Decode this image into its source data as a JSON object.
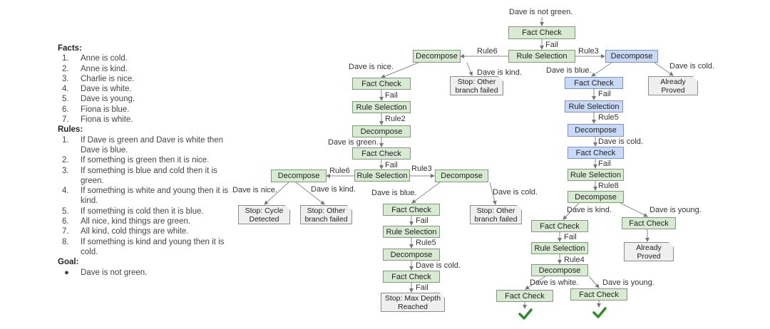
{
  "panel": {
    "facts_title": "Facts:",
    "facts": [
      "Anne is cold.",
      "Anne is kind.",
      "Charlie is nice.",
      "Dave is white.",
      "Dave is young.",
      "Fiona is blue.",
      "Fiona is white."
    ],
    "rules_title": "Rules:",
    "rules": [
      "If Dave is green and Dave is white then Dave is blue.",
      "If something is green then it is nice.",
      "If something is blue and cold then it is green.",
      "If something is white and young then it is kind.",
      "If something is cold then it is blue.",
      "All nice, kind things are green.",
      "All kind, cold things are white.",
      "If something is kind and young then it is cold."
    ],
    "goal_title": "Goal:",
    "goal": [
      "Dave is not green."
    ]
  },
  "colors": {
    "green_node": "#d9ead3",
    "blue_node": "#c9daf8",
    "stop_node": "#efefef",
    "check": "#2e8b2e"
  },
  "diagram": {
    "nodes": {
      "root_goal": "Dave is not green.",
      "n1_fact": "Fact Check",
      "n1_rule": "Rule Selection",
      "L_decomp": "Decompose",
      "L_stop": "Stop: Other branch failed",
      "L_fact": "Fact Check",
      "L_rule": "Rule Selection",
      "L_decomp2": "Decompose",
      "L_fact2": "Fact Check",
      "L_rule2": "Rule Selection",
      "LL_decomp": "Decompose",
      "LL_stop1": "Stop: Cycle Detected",
      "LL_stop2": "Stop: Other branch failed",
      "LR_decomp": "Decompose",
      "LR_stop": "Stop: Other branch failed",
      "LR_fact": "Fact Check",
      "LR_rule": "Rule Selection",
      "LR_decomp2": "Decompose",
      "LR_fact2": "Fact Check",
      "LR_stop2": "Stop: Max Depth Reached",
      "R_decomp": "Decompose",
      "R_proved": "Already Proved",
      "R_fact": "Fact Check",
      "R_rule": "Rule Selection",
      "R_decomp2": "Decompose",
      "R_fact2": "Fact Check",
      "R_rule2": "Rule Selection",
      "R_decomp3": "Decompose",
      "RL_fact": "Fact Check",
      "RL_rule": "Rule Selection",
      "RL_decomp": "Decompose",
      "RLL_fact": "Fact Check",
      "RLR_fact": "Fact Check",
      "RR_fact": "Fact Check",
      "RR_proved": "Already Proved"
    },
    "edge_labels": {
      "fail1": "Fail",
      "rule6_top": "Rule6",
      "rule3_top": "Rule3",
      "dave_nice1": "Dave is nice.",
      "dave_kind1": "Dave is kind.",
      "dave_blue1": "Dave is blue.",
      "dave_cold1": "Dave is cold.",
      "fail_L": "Fail",
      "rule2": "Rule2",
      "dave_green": "Dave is green.",
      "fail_L2": "Fail",
      "rule6_mid": "Rule6",
      "rule3_mid": "Rule3",
      "dave_nice2": "Dave is nice.",
      "dave_kind2": "Dave is kind.",
      "dave_blue2": "Dave is blue.",
      "dave_cold2": "Dave is cold.",
      "fail_LR": "Fail",
      "rule5_LR": "Rule5",
      "dave_cold3": "Dave is cold.",
      "fail_LR2": "Fail",
      "fail_R": "Fail",
      "rule5_R": "Rule5",
      "dave_cold4": "Dave is cold.",
      "fail_R2": "Fail",
      "rule8": "Rule8",
      "dave_kind3": "Dave is kind.",
      "dave_young1": "Dave is young.",
      "fail_RL": "Fail",
      "rule4": "Rule4",
      "dave_white": "Dave is white.",
      "dave_young2": "Dave is young."
    },
    "checkmark_icon": "check-icon"
  }
}
